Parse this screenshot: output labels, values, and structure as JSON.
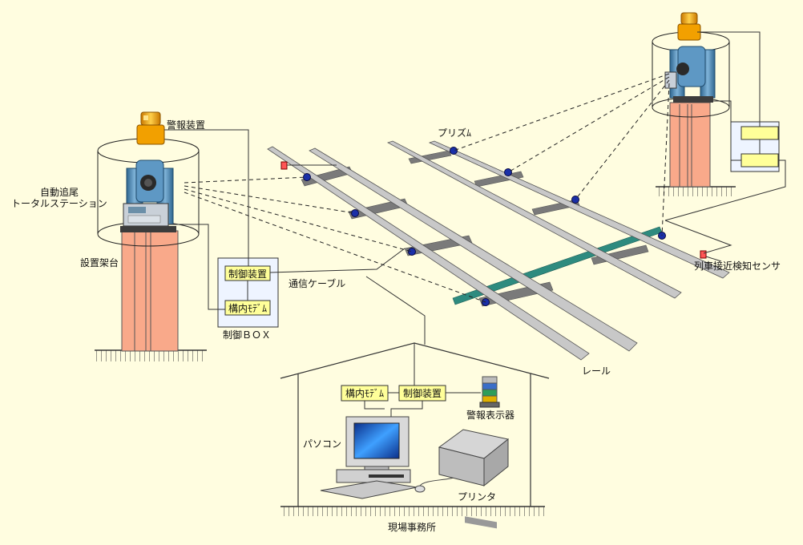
{
  "labels": {
    "alarm_device": "警報装置",
    "total_station_line1": "自動追尾",
    "total_station_line2": "トータルステーション",
    "install_stand": "設置架台",
    "control_unit": "制御装置",
    "premises_modem": "構内ﾓﾃﾞﾑ",
    "control_box": "制御ＢＯＸ",
    "comm_cable": "通信ケーブル",
    "prism": "プリズﾑ",
    "rail": "レール",
    "approach_sensor": "列車接近検知センサ",
    "office_modem": "構内ﾓﾃﾞﾑ",
    "office_control_unit": "制御装置",
    "alarm_display": "警報表示器",
    "pc": "パソコン",
    "printer": "プリンタ",
    "site_office": "現場事務所"
  },
  "colors": {
    "background": "#fffde0",
    "stand": "#f9a98a",
    "equipment_box": "#ffff99",
    "rail": "#c8c8c8",
    "sleeper": "#777777",
    "teal_plate": "#2e8b7f",
    "prism": "#1a2fa8",
    "lamp": "#f5a800",
    "instrument": "#4b86b4"
  },
  "icons": [
    "rotating-lamp-icon",
    "total-station-icon",
    "prism-icon",
    "sensor-icon",
    "pc-icon",
    "printer-icon",
    "signal-tower-icon"
  ]
}
